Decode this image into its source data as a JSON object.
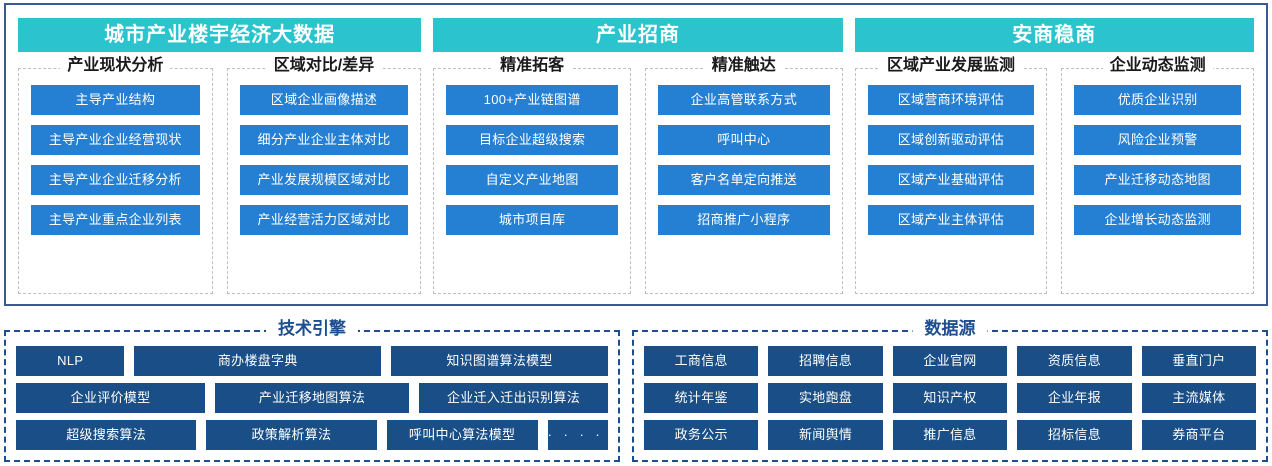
{
  "panels": [
    {
      "title": "城市产业楼宇经济大数据",
      "groups": [
        {
          "title": "产业现状分析",
          "items": [
            "主导产业结构",
            "主导产业企业经营现状",
            "主导产业企业迁移分析",
            "主导产业重点企业列表"
          ]
        },
        {
          "title": "区域对比/差异",
          "items": [
            "区域企业画像描述",
            "细分产业企业主体对比",
            "产业发展规模区域对比",
            "产业经营活力区域对比"
          ]
        }
      ]
    },
    {
      "title": "产业招商",
      "groups": [
        {
          "title": "精准拓客",
          "items": [
            "100+产业链图谱",
            "目标企业超级搜索",
            "自定义产业地图",
            "城市项目库"
          ]
        },
        {
          "title": "精准触达",
          "items": [
            "企业高管联系方式",
            "呼叫中心",
            "客户名单定向推送",
            "招商推广小程序"
          ]
        }
      ]
    },
    {
      "title": "安商稳商",
      "groups": [
        {
          "title": "区域产业发展监测",
          "items": [
            "区域营商环境评估",
            "区域创新驱动评估",
            "区域产业基础评估",
            "区域产业主体评估"
          ]
        },
        {
          "title": "企业动态监测",
          "items": [
            "优质企业识别",
            "风险企业预警",
            "产业迁移动态地图",
            "企业增长动态监测"
          ]
        }
      ]
    }
  ],
  "tech_engine": {
    "title": "技术引擎",
    "rows": [
      [
        "NLP",
        "商办楼盘字典",
        "知识图谱算法模型"
      ],
      [
        "企业评价模型",
        "产业迁移地图算法",
        "企业迁入迁出识别算法"
      ],
      [
        "超级搜索算法",
        "政策解析算法",
        "呼叫中心算法模型",
        "· · · · ·"
      ]
    ]
  },
  "data_source": {
    "title": "数据源",
    "rows": [
      [
        "工商信息",
        "招聘信息",
        "企业官网",
        "资质信息",
        "垂直门户"
      ],
      [
        "统计年鉴",
        "实地跑盘",
        "知识产权",
        "企业年报",
        "主流媒体"
      ],
      [
        "政务公示",
        "新闻舆情",
        "推广信息",
        "招标信息",
        "券商平台"
      ]
    ]
  },
  "colors": {
    "frame_border": "#3c5a91",
    "panel_header": "#2bc4ce",
    "chip_blue": "#2580d4",
    "chip_navy": "#1a4e86",
    "group_dash": "#bfbfbf",
    "section_dash": "#1d4e8f"
  }
}
